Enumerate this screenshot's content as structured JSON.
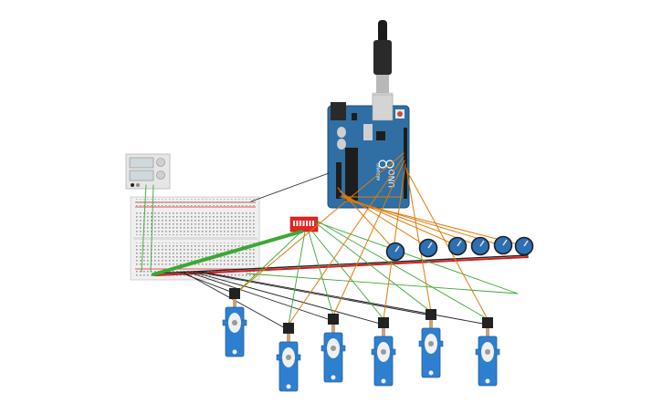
{
  "canvas": {
    "background": "#ffffff"
  },
  "arduino": {
    "board_color": "#2f6fa3",
    "logo_text": "UNO",
    "brand_text": "ARDUINO"
  },
  "power_supply": {
    "color": "#e6e6e6"
  },
  "dip_switch": {
    "color": "#e52424",
    "positions": 8
  },
  "potentiometers": {
    "count": 6,
    "color": "#2c6fb3"
  },
  "servos": {
    "count": 6,
    "color": "#2f7fd0"
  },
  "wire_colors": {
    "green": "#3aa935",
    "orange": "#e07b0a",
    "red": "#d41a1a",
    "black": "#222222"
  }
}
